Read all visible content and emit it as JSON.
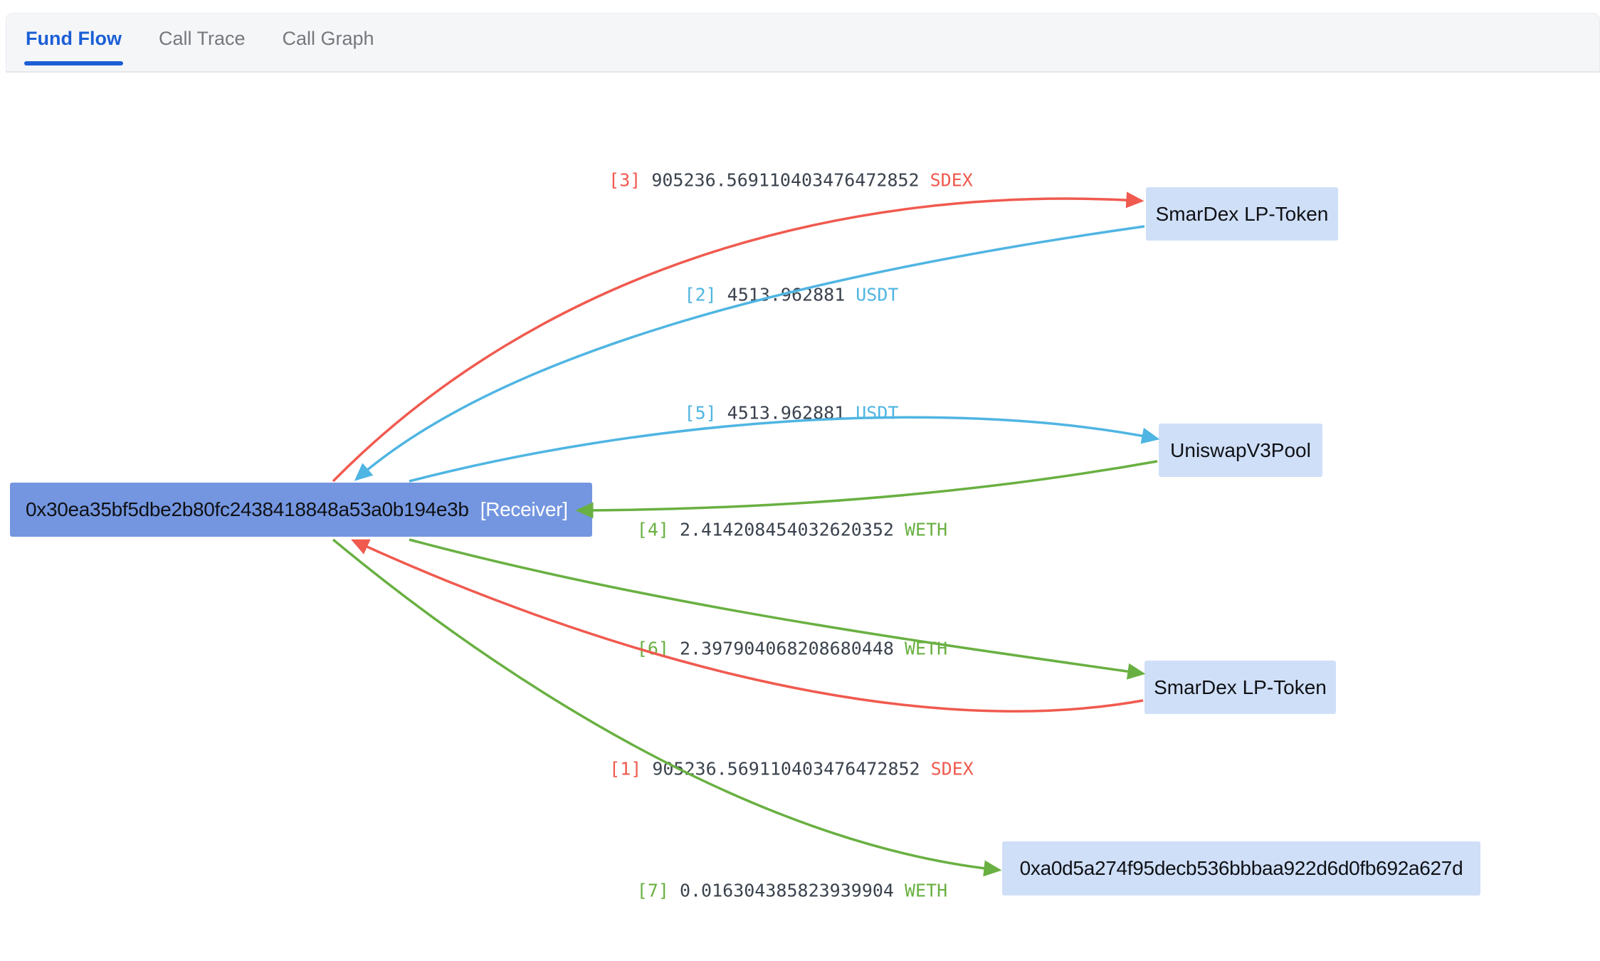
{
  "tabs": {
    "items": [
      {
        "label": "Fund Flow",
        "active": true
      },
      {
        "label": "Call Trace",
        "active": false
      },
      {
        "label": "Call Graph",
        "active": false
      }
    ]
  },
  "colors": {
    "red": "#f05a4f",
    "green": "#69b042",
    "blue": "#4fb5e2",
    "amount_text": "#3b434e",
    "node_primary": "#7496e0",
    "node_light": "#cfdff8",
    "node_text": "#0f1115",
    "receiver_tag": "#ffffff",
    "tab_active": "#1b5fd6",
    "tab_inactive": "#75787d",
    "tabbar_bg": "#f5f6f8"
  },
  "nodes": [
    {
      "id": "receiver",
      "label": "0x30ea35bf5dbe2b80fc2438418848a53a0b194e3b",
      "tag": "[Receiver]"
    },
    {
      "id": "smardex-lp-top",
      "label": "SmarDex LP-Token"
    },
    {
      "id": "uniswap-v3-pool",
      "label": "UniswapV3Pool"
    },
    {
      "id": "smardex-lp-bottom",
      "label": "SmarDex LP-Token"
    },
    {
      "id": "address-a0d5",
      "label": "0xa0d5a274f95decb536bbbaa922d6d0fb692a627d"
    }
  ],
  "edges": [
    {
      "index": "[1]",
      "amount": "905236.569110403476472852",
      "token": "SDEX",
      "color": "red",
      "from": "smardex-lp-bottom",
      "to": "receiver"
    },
    {
      "index": "[2]",
      "amount": "4513.962881",
      "token": "USDT",
      "color": "blue",
      "from": "smardex-lp-top",
      "to": "receiver"
    },
    {
      "index": "[3]",
      "amount": "905236.569110403476472852",
      "token": "SDEX",
      "color": "red",
      "from": "receiver",
      "to": "smardex-lp-top"
    },
    {
      "index": "[4]",
      "amount": "2.414208454032620352",
      "token": "WETH",
      "color": "green",
      "from": "uniswap-v3-pool",
      "to": "receiver"
    },
    {
      "index": "[5]",
      "amount": "4513.962881",
      "token": "USDT",
      "color": "blue",
      "from": "receiver",
      "to": "uniswap-v3-pool"
    },
    {
      "index": "[6]",
      "amount": "2.397904068208680448",
      "token": "WETH",
      "color": "green",
      "from": "receiver",
      "to": "smardex-lp-bottom"
    },
    {
      "index": "[7]",
      "amount": "0.016304385823939904",
      "token": "WETH",
      "color": "green",
      "from": "receiver",
      "to": "address-a0d5"
    }
  ]
}
